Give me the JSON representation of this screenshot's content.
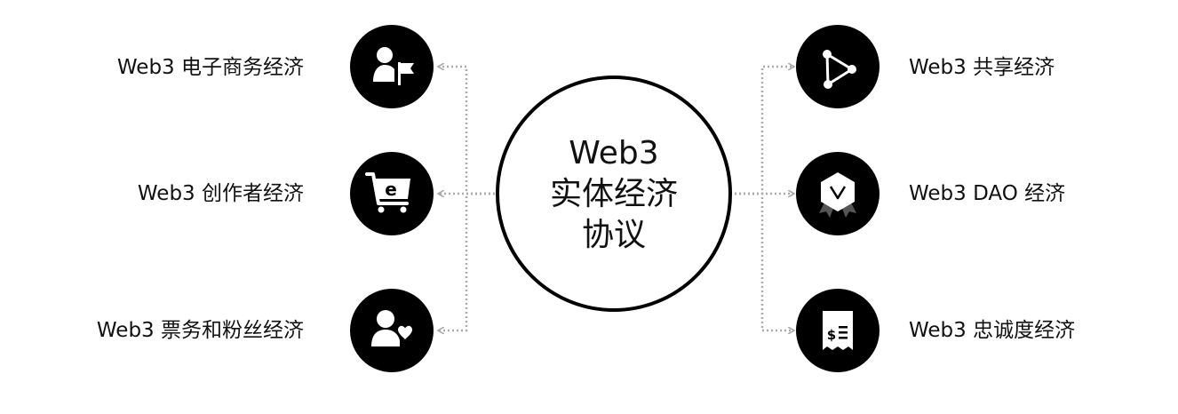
{
  "center": {
    "lines": [
      "Web3",
      "实体经济",
      "协议"
    ]
  },
  "left_items": [
    {
      "label": "Web3 电子商务经济",
      "icon": "person-flag-icon"
    },
    {
      "label": "Web3 创作者经济",
      "icon": "e-commerce-cart-icon"
    },
    {
      "label": "Web3 票务和粉丝经济",
      "icon": "person-heart-icon"
    }
  ],
  "right_items": [
    {
      "label": "Web3 共享经济",
      "icon": "share-nodes-icon"
    },
    {
      "label": "Web3 DAO 经济",
      "icon": "badge-ribbon-icon"
    },
    {
      "label": "Web3 忠诚度经济",
      "icon": "receipt-dollar-icon"
    }
  ],
  "colors": {
    "node_fill": "#000000",
    "connector": "#aaaaaa",
    "text": "#111111"
  }
}
